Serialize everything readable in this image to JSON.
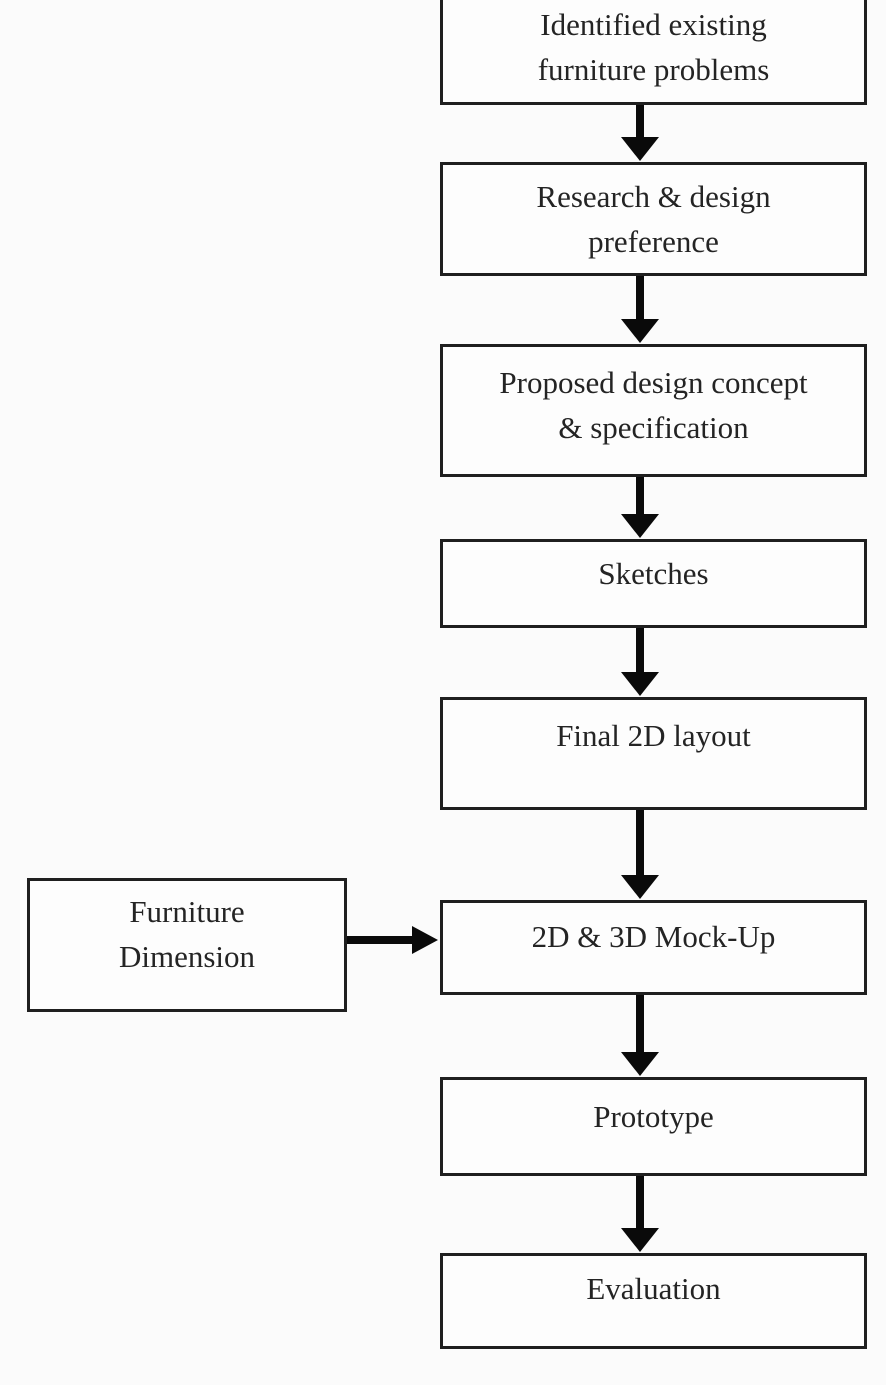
{
  "flowchart": {
    "colors": {
      "background": "#fbfbfb",
      "box_fill": "#fdfdfd",
      "box_border": "#1f1f1f",
      "text": "#242424",
      "arrow": "#0a0a0a"
    },
    "steps": [
      {
        "id": "identified-problems",
        "label": "Identified existing\nfurniture problems"
      },
      {
        "id": "research-preference",
        "label": "Research & design\npreference"
      },
      {
        "id": "design-concept",
        "label": "Proposed design concept\n& specification"
      },
      {
        "id": "sketches",
        "label": "Sketches"
      },
      {
        "id": "final-2d-layout",
        "label": "Final 2D layout"
      },
      {
        "id": "mockup",
        "label": "2D & 3D Mock-Up"
      },
      {
        "id": "prototype",
        "label": "Prototype"
      },
      {
        "id": "evaluation",
        "label": "Evaluation"
      }
    ],
    "side_input": {
      "id": "furniture-dimension",
      "label": "Furniture\nDimension"
    },
    "edges": [
      {
        "from": "identified-problems",
        "to": "research-preference"
      },
      {
        "from": "research-preference",
        "to": "design-concept"
      },
      {
        "from": "design-concept",
        "to": "sketches"
      },
      {
        "from": "sketches",
        "to": "final-2d-layout"
      },
      {
        "from": "final-2d-layout",
        "to": "mockup"
      },
      {
        "from": "furniture-dimension",
        "to": "mockup"
      },
      {
        "from": "mockup",
        "to": "prototype"
      },
      {
        "from": "prototype",
        "to": "evaluation"
      }
    ]
  }
}
